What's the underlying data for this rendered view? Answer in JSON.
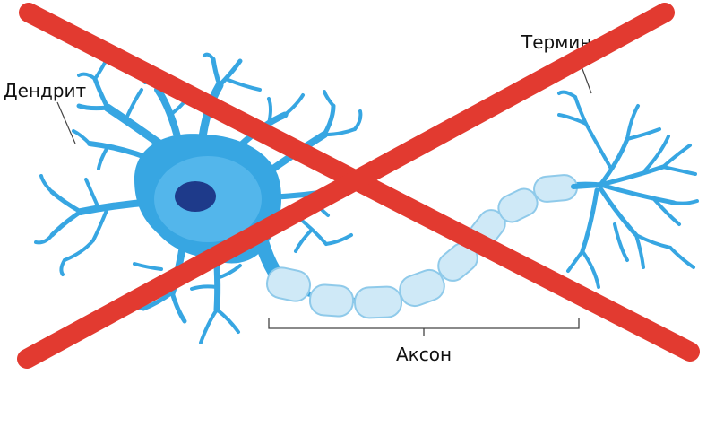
{
  "labels": {
    "dendrite": "Дендрит",
    "terminal": "Термин",
    "axon": "Аксон"
  },
  "colors": {
    "neuron": "#37a6e2",
    "soma_highlight": "#58b9ec",
    "nucleus": "#1e3a8a",
    "myelin": "#cfe9f7",
    "myelin_stroke": "#8fcaea",
    "cross": "#e23a30",
    "label": "#111111",
    "pointer": "#444444"
  },
  "icons": {
    "cross_out": "red-x-icon"
  }
}
